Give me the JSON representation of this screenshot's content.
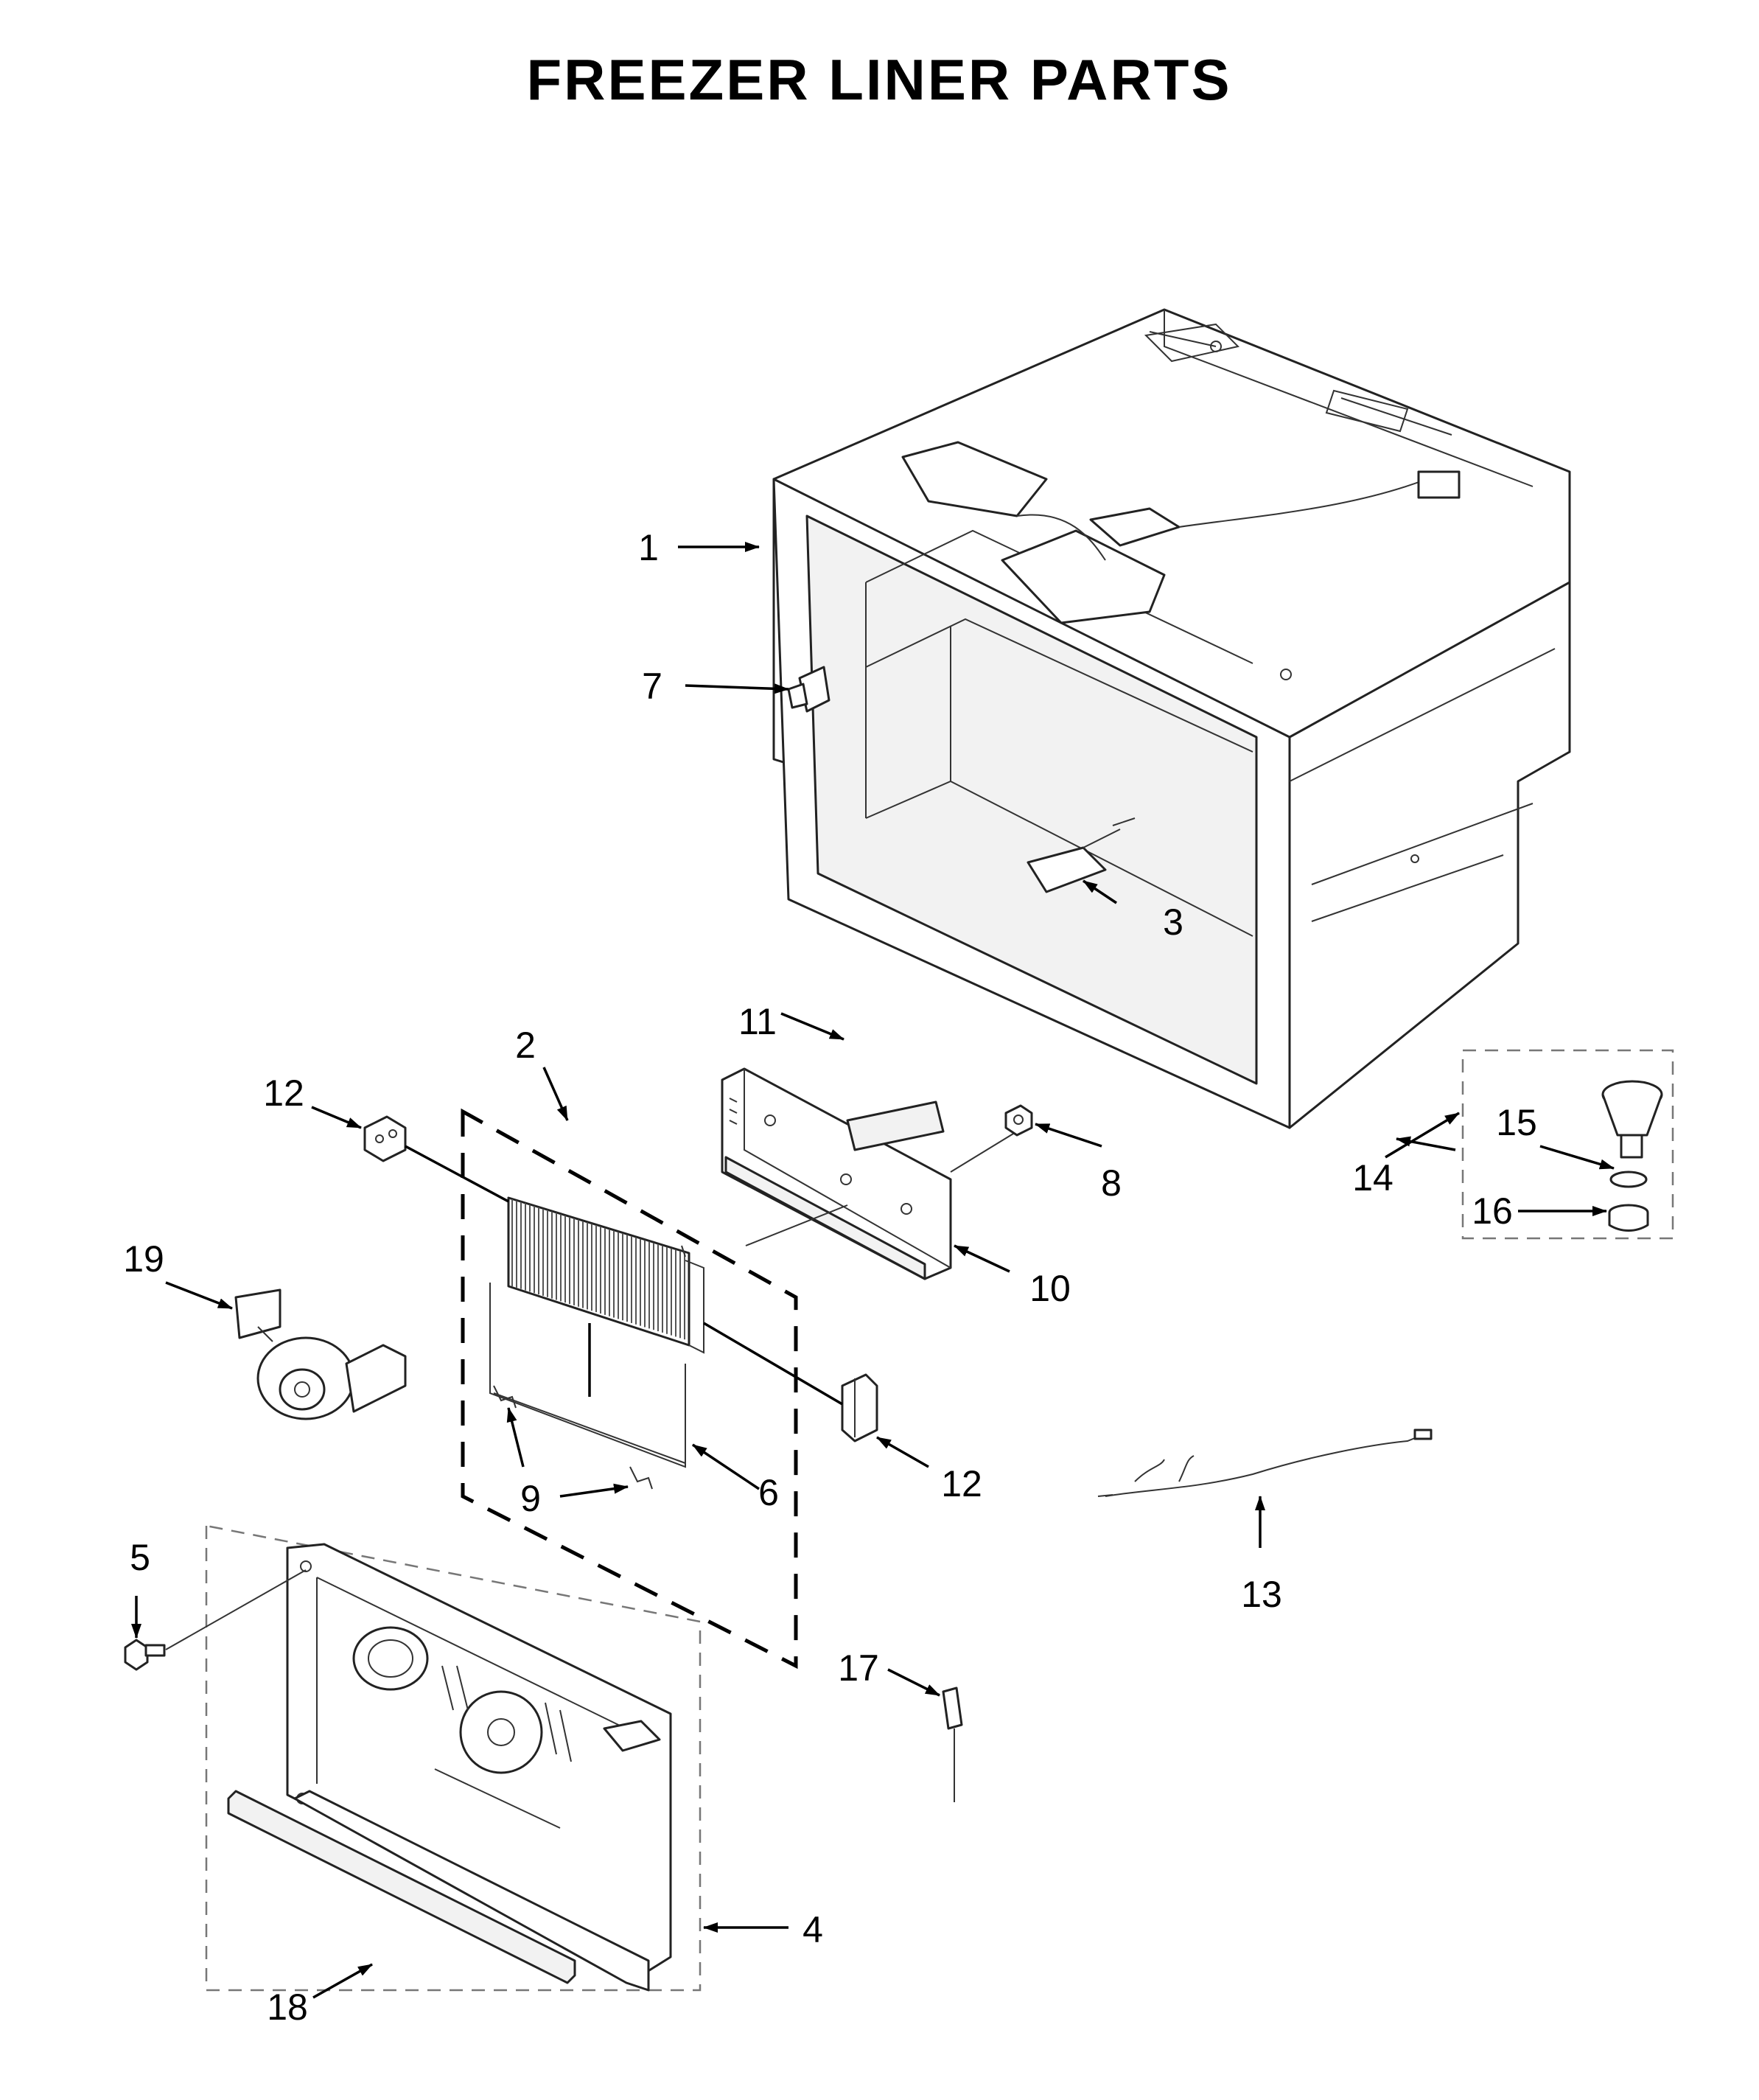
{
  "title": "FREEZER LINER PARTS",
  "callouts": [
    "1",
    "2",
    "3",
    "4",
    "5",
    "6",
    "7",
    "8",
    "9",
    "10",
    "11",
    "12",
    "12",
    "13",
    "14",
    "15",
    "16",
    "17",
    "18",
    "19"
  ]
}
